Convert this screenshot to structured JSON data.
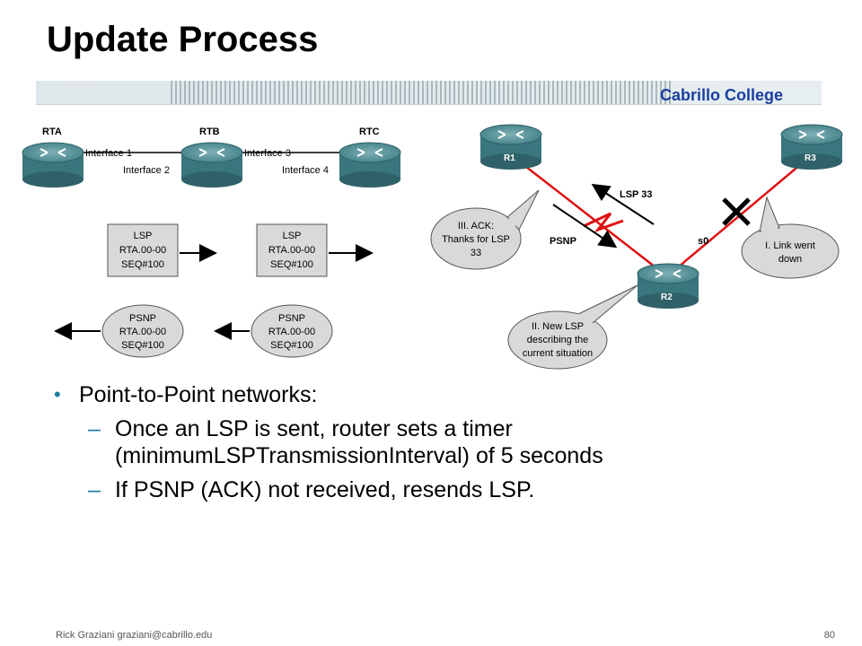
{
  "title": "Update Process",
  "org": "Cabrillo College",
  "left_diagram": {
    "routers": [
      "RTA",
      "RTB",
      "RTC"
    ],
    "interfaces": [
      "Interface 1",
      "Interface 2",
      "Interface 3",
      "Interface 4"
    ],
    "lsp_boxes": [
      {
        "line1": "LSP",
        "line2": "RTA.00-00",
        "line3": "SEQ#100"
      },
      {
        "line1": "LSP",
        "line2": "RTA.00-00",
        "line3": "SEQ#100"
      }
    ],
    "psnp_bubbles": [
      {
        "line1": "PSNP",
        "line2": "RTA.00-00",
        "line3": "SEQ#100"
      },
      {
        "line1": "PSNP",
        "line2": "RTA.00-00",
        "line3": "SEQ#100"
      }
    ]
  },
  "right_diagram": {
    "routers": [
      "R1",
      "R2",
      "R3"
    ],
    "lsp_label": "LSP 33",
    "psnp_label": "PSNP",
    "s0_label": "s0",
    "callout_ack": [
      "III. ACK:",
      "Thanks for LSP",
      "33"
    ],
    "callout_down": [
      "I. Link went",
      "down"
    ],
    "callout_new": [
      "II. New LSP",
      "describing the",
      "current situation"
    ]
  },
  "bullets": {
    "main": "Point-to-Point networks:",
    "sub1_line1": "Once an LSP is sent, router sets a timer",
    "sub1_line2": "(minimumLSPTransmissionInterval) of 5 seconds",
    "sub2": "If PSNP (ACK) not received, resends LSP."
  },
  "footer": {
    "author": "Rick Graziani  graziani@cabrillo.edu",
    "page": "80"
  },
  "colors": {
    "accent": "#1a7fa0",
    "org": "#1a3fa0",
    "link_red": "#e01010",
    "router": "#3f7f86"
  }
}
